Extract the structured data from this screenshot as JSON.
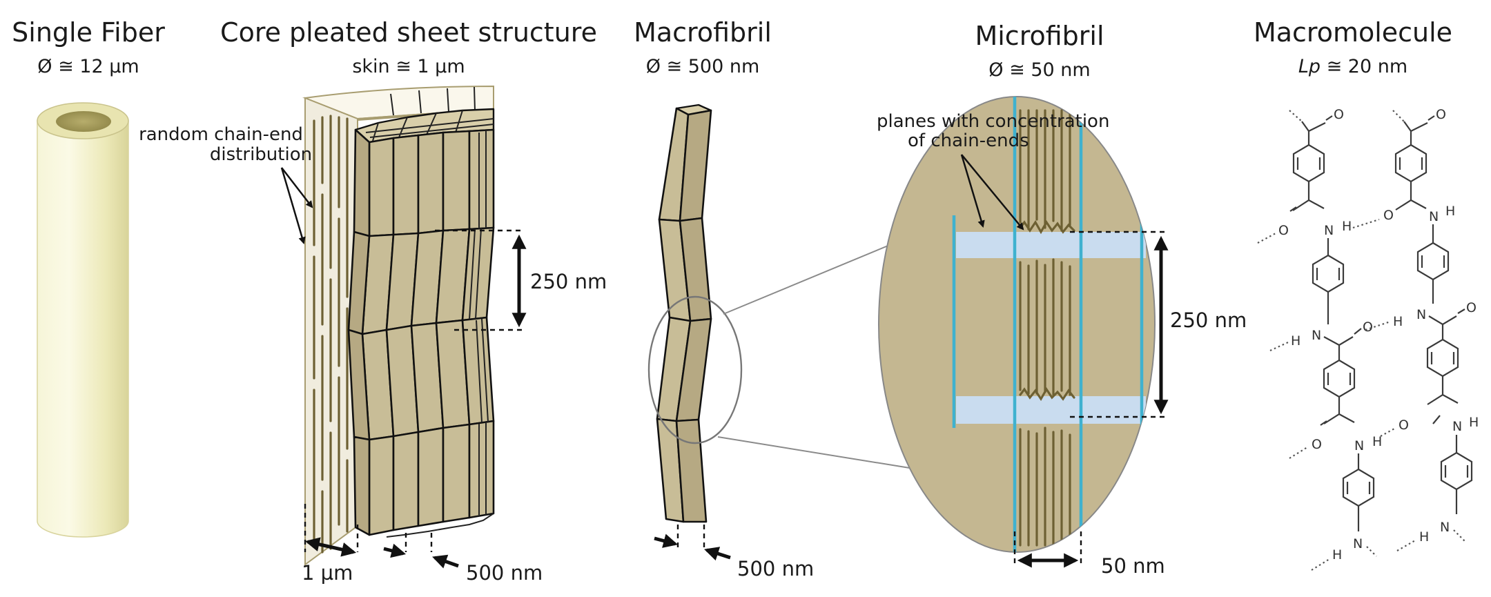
{
  "panels": {
    "single_fiber": {
      "title": "Single Fiber",
      "subtitle": "Ø ≅ 12 µm"
    },
    "core": {
      "title": "Core pleated sheet structure",
      "subtitle": "skin ≅ 1 µm",
      "annotation_line1": "random chain-end",
      "annotation_line2": "distribution",
      "dim_pleat": "250 nm",
      "dim_skin": "1 µm",
      "dim_width": "500 nm"
    },
    "macrofibril": {
      "title": "Macrofibril",
      "subtitle": "Ø ≅ 500 nm",
      "dim_width": "500 nm"
    },
    "microfibril": {
      "title": "Microfibril",
      "subtitle": "Ø ≅ 50 nm",
      "annotation_line1": "planes with concentration",
      "annotation_line2": "of chain-ends",
      "dim_period": "250 nm",
      "dim_width": "50 nm"
    },
    "macromolecule": {
      "title": "Macromolecule",
      "subtitle_symbol": "Lp",
      "subtitle_value": " ≅ 20 nm",
      "atom_O": "O",
      "atom_N": "N",
      "atom_H": "H"
    }
  },
  "colors": {
    "fiber_fill": "#f1efc9",
    "panel_fill": "#c8bd97",
    "microfibril_fill": "#c4b791",
    "chain_lines": "#6d6033",
    "chain_end_planes": "#c9dcef",
    "fibril_boundaries": "#3fb1cf"
  }
}
